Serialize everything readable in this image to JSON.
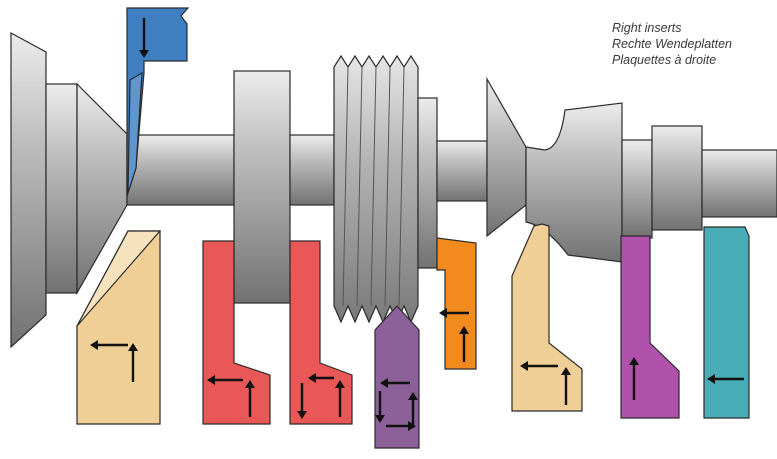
{
  "legend": {
    "line1": "Right inserts",
    "line2": "Rechte Wendeplatten",
    "line3": "Plaquettes à droite"
  },
  "colors": {
    "workpiece_light": "#d8d8d8",
    "workpiece_mid": "#a6a6a6",
    "workpiece_dark": "#6e6e6e",
    "outline": "#2b2b2b",
    "tool_blue": "#3f7fc1",
    "tool_tan": "#efcf95",
    "tool_tan_light": "#f6e2bd",
    "tool_red": "#e95757",
    "tool_orange": "#f28a1d",
    "tool_purple": "#8c6099",
    "tool_magenta": "#b052ab",
    "tool_teal": "#48adb7",
    "arrow": "#111111"
  },
  "tools": [
    {
      "name": "blue",
      "color": "tool_blue",
      "arrows": [
        "down"
      ]
    },
    {
      "name": "tan-left",
      "color": "tool_tan",
      "arrows": [
        "left",
        "up"
      ]
    },
    {
      "name": "red-1",
      "color": "tool_red",
      "arrows": [
        "left",
        "up"
      ]
    },
    {
      "name": "red-2",
      "color": "tool_red",
      "arrows": [
        "left",
        "up",
        "down"
      ]
    },
    {
      "name": "purple",
      "color": "tool_purple",
      "arrows": [
        "left",
        "up",
        "right",
        "down"
      ]
    },
    {
      "name": "orange",
      "color": "tool_orange",
      "arrows": [
        "left",
        "up"
      ]
    },
    {
      "name": "tan-right",
      "color": "tool_tan",
      "arrows": [
        "left",
        "up"
      ]
    },
    {
      "name": "magenta",
      "color": "tool_magenta",
      "arrows": [
        "up"
      ]
    },
    {
      "name": "teal",
      "color": "tool_teal",
      "arrows": [
        "left"
      ]
    }
  ]
}
